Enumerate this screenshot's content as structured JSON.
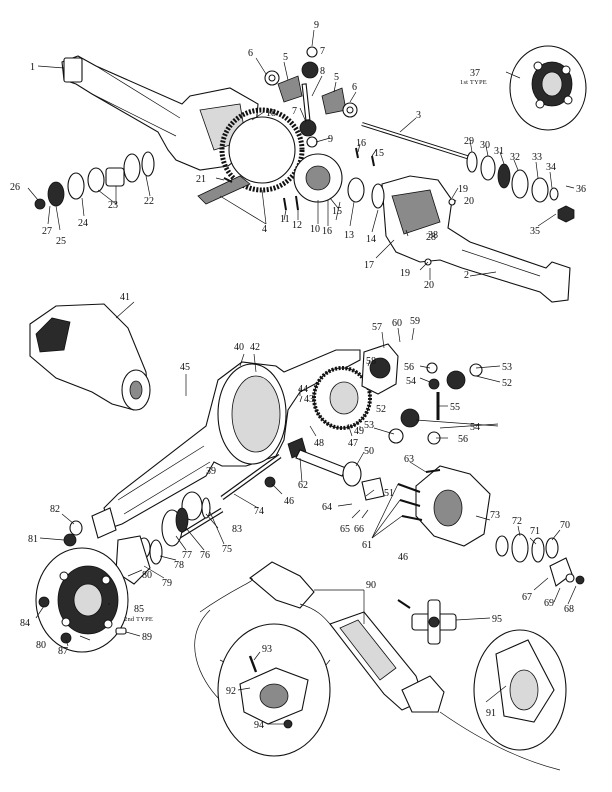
{
  "diagram": {
    "part_numbers": [
      "1",
      "2",
      "3",
      "4",
      "5",
      "5",
      "6",
      "6",
      "7",
      "7",
      "8",
      "9",
      "9",
      "10",
      "11",
      "12",
      "13",
      "14",
      "15",
      "15",
      "16",
      "16",
      "17",
      "18",
      "19",
      "19",
      "20",
      "20",
      "21",
      "22",
      "23",
      "24",
      "25",
      "26",
      "27",
      "28",
      "29",
      "30",
      "31",
      "32",
      "33",
      "34",
      "35",
      "36",
      "37",
      "38",
      "39",
      "40",
      "41",
      "42",
      "43",
      "44",
      "45",
      "46",
      "46",
      "47",
      "48",
      "49",
      "50",
      "51",
      "52",
      "52",
      "53",
      "53",
      "54",
      "54",
      "55",
      "56",
      "56",
      "57",
      "58",
      "59",
      "60",
      "61",
      "62",
      "63",
      "64",
      "65",
      "66",
      "67",
      "68",
      "69",
      "70",
      "71",
      "72",
      "73",
      "74",
      "75",
      "76",
      "77",
      "78",
      "79",
      "80",
      "80",
      "81",
      "82",
      "83",
      "84",
      "85",
      "87",
      "89",
      "90",
      "91",
      "92",
      "93",
      "94",
      "95"
    ],
    "captions": {
      "first_type": "1st TYPE",
      "second_type": "2nd TYPE"
    },
    "colors": {
      "ink": "#111111",
      "paper": "#ffffff",
      "shade": "#8a8a8a"
    }
  }
}
